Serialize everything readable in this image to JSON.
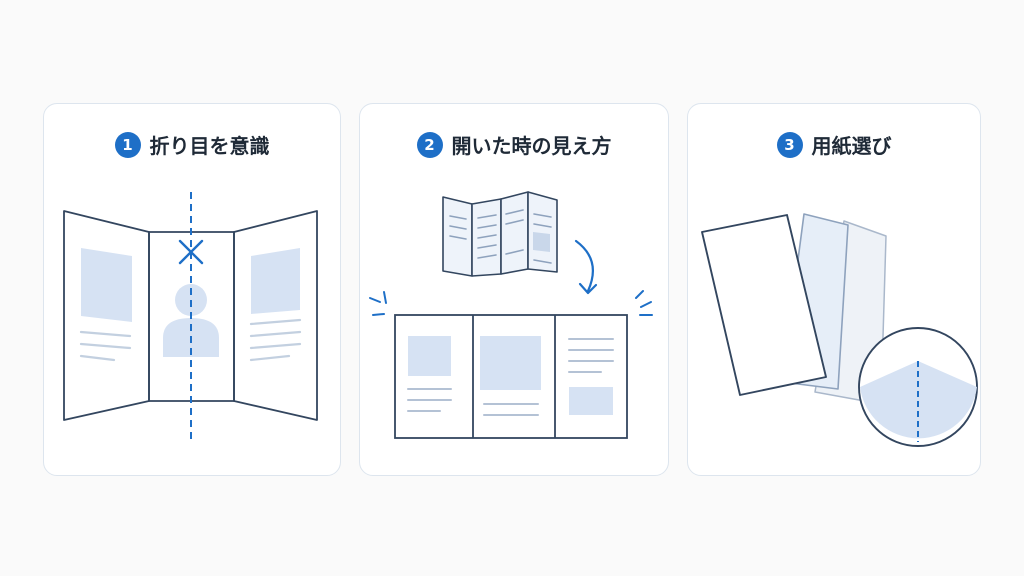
{
  "colors": {
    "accent": "#1e6fc7",
    "title_text": "#1f2a37",
    "line": "#33465f",
    "fill": "#d6e2f3"
  },
  "steps": [
    {
      "number": "1",
      "title": "折り目を意識",
      "illustration": "tri-fold-brochure-with-fold-line"
    },
    {
      "number": "2",
      "title": "開いた時の見え方",
      "illustration": "folded-to-opened-brochure"
    },
    {
      "number": "3",
      "title": "用紙選び",
      "illustration": "paper-sheets-with-magnifier"
    }
  ]
}
